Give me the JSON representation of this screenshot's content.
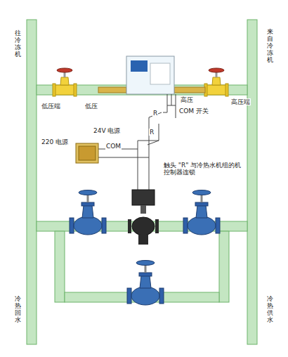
{
  "diagram": {
    "labels": [
      "往冷冻机",
      "来自冷冻机",
      "低压端",
      "低压",
      "COM 开关",
      "高压",
      "高压端",
      "R",
      "24V 电源",
      "R",
      "220 电源",
      "COM",
      "触头 \"R\" 与冷热水机组的机控制器连锁",
      "冷热回水",
      "冷热供水"
    ]
  }
}
